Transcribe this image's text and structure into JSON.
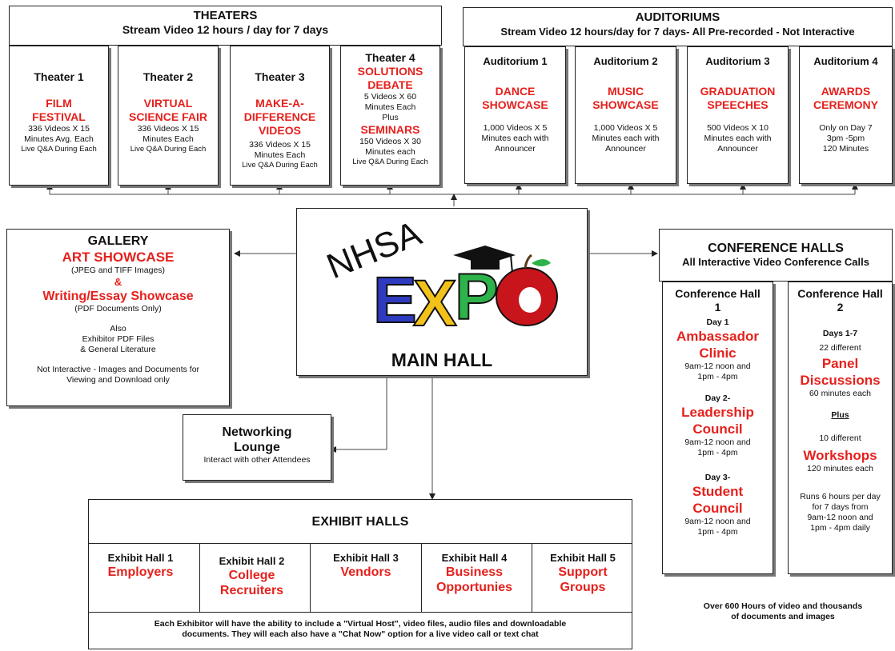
{
  "theaters": {
    "title": "THEATERS",
    "subtitle": "Stream Video 12 hours / day for 7 days",
    "items": [
      {
        "name": "Theater 1",
        "event": "FILM FESTIVAL",
        "line1": "336 Videos X 15",
        "line2": "Minutes Avg. Each",
        "line3": "Live Q&A During Each"
      },
      {
        "name": "Theater 2",
        "event": "VIRTUAL SCIENCE FAIR",
        "line1": "336 Videos X 15",
        "line2": "Minutes Each",
        "line3": "Live Q&A During Each"
      },
      {
        "name": "Theater 3",
        "event": "MAKE-A-DIFFERENCE VIDEOS",
        "line1": "336 Videos X 15",
        "line2": "Minutes Each",
        "line3": "Live Q&A During Each"
      },
      {
        "name": "Theater 4",
        "event1": "SOLUTIONS DEBATE",
        "e1_line1": "5 Videos X 60",
        "e1_line2": "Minutes Each",
        "e1_line3": "Plus",
        "event2": "SEMINARS",
        "e2_line1": "150 Videos X 30",
        "e2_line2": "Minutes each",
        "e2_line3": "Live Q&A During Each"
      }
    ]
  },
  "auditoriums": {
    "title": "AUDITORIUMS",
    "subtitle": "Stream Video 12 hours/day for 7 days- All Pre-recorded - Not Interactive",
    "items": [
      {
        "name": "Auditorium 1",
        "event": "DANCE SHOWCASE",
        "line1": "1,000 Videos X 5",
        "line2": "Minutes each with",
        "line3": "Announcer"
      },
      {
        "name": "Auditorium 2",
        "event": "MUSIC SHOWCASE",
        "line1": "1,000 Videos X 5",
        "line2": "Minutes each with",
        "line3": "Announcer"
      },
      {
        "name": "Auditorium 3",
        "event": "GRADUATION SPEECHES",
        "line1": "500 Videos X 10",
        "line2": "Minutes each with",
        "line3": "Announcer"
      },
      {
        "name": "Auditorium 4",
        "event": "AWARDS CEREMONY",
        "line1": "Only on Day 7",
        "line2": "3pm -5pm",
        "line3": "120 Minutes"
      }
    ]
  },
  "gallery": {
    "title": "GALLERY",
    "event1": "ART SHOWCASE",
    "e1_note": "(JPEG and TIFF Images)",
    "amp": "&",
    "event2": "Writing/Essay Showcase",
    "e2_note": "(PDF Documents Only)",
    "also": "Also",
    "also_line1": "Exhibitor PDF Files",
    "also_line2": "& General Literature",
    "footer1": "Not Interactive - Images and Documents for",
    "footer2": "Viewing and Download only"
  },
  "main_hall": {
    "logo_text1": "NHSA",
    "logo_letters": [
      "E",
      "X",
      "P",
      "O"
    ],
    "title": "MAIN HALL"
  },
  "conference": {
    "title": "CONFERENCE HALLS",
    "subtitle": "All Interactive Video Conference Calls",
    "hall1": {
      "name1": "Conference Hall",
      "name2": "1",
      "sessions": [
        {
          "day": "Day 1",
          "event1": "Ambassador",
          "event2": "Clinic",
          "time1": "9am-12 noon and",
          "time2": "1pm - 4pm"
        },
        {
          "day": "Day 2-",
          "event1": "Leadership",
          "event2": "Council",
          "time1": "9am-12 noon and",
          "time2": "1pm - 4pm"
        },
        {
          "day": "Day 3-",
          "event1": "Student",
          "event2": "Council",
          "time1": "9am-12 noon and",
          "time2": "1pm - 4pm"
        }
      ]
    },
    "hall2": {
      "name1": "Conference Hall",
      "name2": "2",
      "days": "Days 1-7",
      "count1": "22 different",
      "event1a": "Panel",
      "event1b": "Discussions",
      "dur1": "60 minutes each",
      "plus": "Plus",
      "count2": "10 different",
      "event2": "Workshops",
      "dur2": "120 minutes each",
      "runs1": "Runs 6 hours per day",
      "runs2": "for 7 days from",
      "runs3": "9am-12 noon and",
      "runs4": "1pm - 4pm daily"
    }
  },
  "networking": {
    "title1": "Networking",
    "title2": "Lounge",
    "subtitle": "Interact with other Attendees"
  },
  "exhibit": {
    "title": "EXHIBIT HALLS",
    "halls": [
      {
        "name": "Exhibit Hall 1",
        "event1": "Employers",
        "event2": ""
      },
      {
        "name": "Exhibit Hall 2",
        "event1": "College",
        "event2": "Recruiters"
      },
      {
        "name": "Exhibit Hall 3",
        "event1": "Vendors",
        "event2": ""
      },
      {
        "name": "Exhibit Hall 4",
        "event1": "Business",
        "event2": "Opportunies"
      },
      {
        "name": "Exhibit Hall 5",
        "event1": "Support",
        "event2": "Groups"
      }
    ],
    "footer1": "Each Exhibitor will have the ability to include a \"Virtual Host\", video files, audio files and downloadable",
    "footer2": "documents. They will each also have a \"Chat Now\" option for a live video call or text chat"
  },
  "summary": {
    "line1": "Over 600 Hours of video and thousands",
    "line2": "of documents and images"
  },
  "colors": {
    "accent_red": "#e5211d",
    "logo_blue": "#2f3bbf",
    "logo_yellow": "#f3c21a",
    "logo_green": "#2db34a",
    "apple_red": "#c8141b"
  }
}
